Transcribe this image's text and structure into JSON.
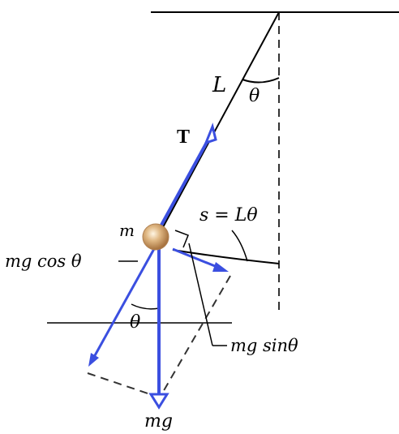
{
  "labels": {
    "length": "L",
    "angle_top": "θ",
    "tension": "T",
    "arc": "s = Lθ",
    "mass": "m",
    "radial_component": "mg cos θ",
    "angle_bottom": "θ",
    "tangential_component": "mg sinθ",
    "weight": "mg"
  },
  "colors": {
    "force": "#3b4fe0",
    "line": "#000000",
    "guide": "#333333",
    "bob": "#c8a06a"
  }
}
